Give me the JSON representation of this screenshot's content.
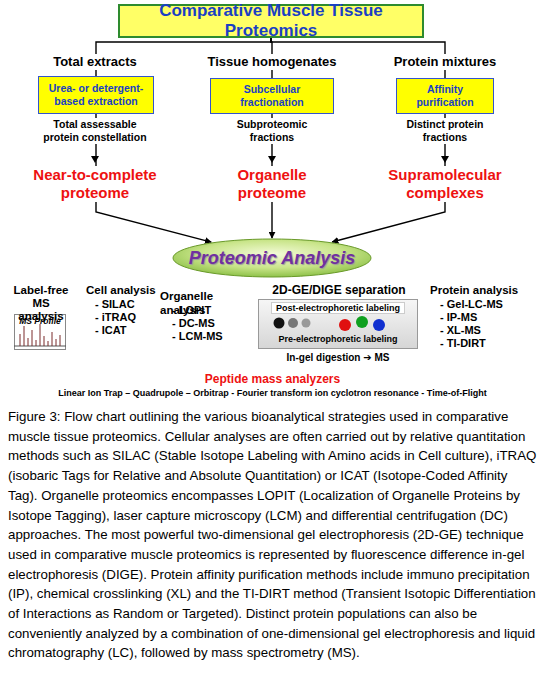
{
  "diagram": {
    "caption": "Figure 3: Flow chart outlining the various bioanalytical strategies used in comparative muscle tissue proteomics. Cellular analyses are often carried out by relative quantitation methods such as SILAC (Stable Isotope Labeling with Amino acids in Cell culture), iTRAQ (isobaric Tags for Relative and Absolute Quantitation) or ICAT (Isotope-Coded Affinity Tag). Organelle proteomics encompasses LOPIT (Localization of Organelle Proteins by Isotope Tagging), laser capture microscopy (LCM) and differential centrifugation (DC) approaches. The most powerful two-dimensional gel electrophoresis (2D-GE) technique used in comparative muscle proteomics is represented by fluorescence difference in-gel electrophoresis (DIGE). Protein affinity purification methods include immuno precipitation (IP), chemical crosslinking (XL) and the TI-DIRT method (Transient Isotopic Differentiation of Interactions as Random or Targeted). Distinct protein populations can also be conveniently analyzed by a combination of one-dimensional gel electrophoresis and liquid chromatography (LC), followed by mass spectrometry (MS).",
    "nodes": [
      {
        "text": [
          "Comparative Muscle Tissue Proteomics"
        ]
      },
      {
        "text": [
          "Urea- or detergent-based extraction"
        ]
      },
      {
        "text": [
          "Subcellular fractionation"
        ]
      },
      {
        "text": [
          "Affinity purification"
        ]
      },
      {
        "text": [
          "Proteomic Analysis"
        ]
      },
      {
        "text": [
          "Label-free MS analysis",
          "MS Profile"
        ]
      },
      {
        "text": [
          "2D-GE/DIGE separation",
          "Post-electrophoretic labeling",
          "Pre-electrophoretic labeling"
        ]
      }
    ],
    "edges": [
      {
        "from": 0,
        "to": 1,
        "arrow": "none"
      },
      {
        "from": 0,
        "to": 2,
        "arrow": "none"
      },
      {
        "from": 0,
        "to": 3,
        "arrow": "none"
      },
      {
        "from": 1,
        "to": 4,
        "arrow": "to"
      },
      {
        "from": 2,
        "to": 4,
        "arrow": "to"
      },
      {
        "from": 3,
        "to": 4,
        "arrow": "to"
      }
    ],
    "labels": [
      "Total extracts",
      "Tissue homogenates",
      "Protein mixtures",
      "Total assessable protein constellation",
      "Subproteomic fractions",
      "Distinct protein fractions",
      "Near-to-complete proteome",
      "Organelle proteome",
      "Supramolecular complexes",
      "Cell analysis",
      "- SILAC",
      "- iTRAQ",
      "- ICAT",
      "Organelle analysis",
      "- LOPIT",
      "- DC-MS",
      "- LCM-MS",
      "In-gel digestion ➔ MS",
      "Protein analysis",
      "- Gel-LC-MS",
      "- IP-MS",
      "- XL-MS",
      "- TI-DIRT",
      "Peptide mass analyzers",
      "Linear Ion Trap – Quadrupole – Orbitrap - Fourier transform ion cyclotron resonance - Time-of-Flight"
    ]
  }
}
